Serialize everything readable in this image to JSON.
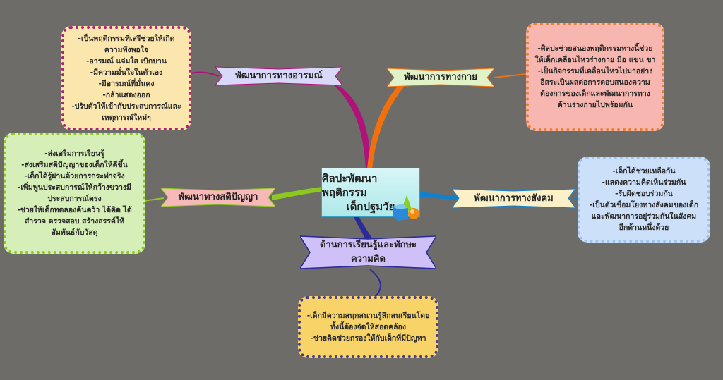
{
  "center": {
    "lines": [
      "ศิลปะพัฒนาพฤติกรรม",
      "เด็กปฐมวัย"
    ],
    "icon": "3d-shapes-icon"
  },
  "branches": {
    "emotional": {
      "label": "พัฒนาการทางอารมณ์",
      "color": "#b0127a",
      "details": [
        "-เป็นพฤติกรรมที่เสรีช่วยให้เกิด",
        "ความพึงพอใจ",
        "-อารมณ์ แจ่มใส เบิกบาน",
        "-มีความมั่นใจในตัวเอง",
        "-มีอารมณ์ที่มั่นคง",
        "-กล้าแสดงออก",
        "-ปรับตัวให้เข้ากับประสบการณ์และ",
        "เหตุการณ์ใหม่ๆ"
      ]
    },
    "physical": {
      "label": "พัฒนาการทางกาย",
      "color": "#f07010",
      "details": [
        "-ศิลปะช่วยสนองพฤติกรรมทางนี้ช่วย",
        "ให้เด็กเคลื่อนไหวร่างกาย มือ แขน ขา",
        "-เป็นกิจกรรมที่เคลื่อนไหวไปมาอย่าง",
        "อิสระเป็นผลต่อการตอบสนองความ",
        "ต้องการของเด็กและพัฒนาการทาง",
        "ด้านร่างกายไปพร้อมกัน"
      ]
    },
    "intellectual": {
      "label": "พัฒนาทางสติปัญญา",
      "color": "#8cc820",
      "details": [
        "-ส่งเสริมการเรียนรู้",
        "-ส่งเสริมสติปัญญาของเด็กให้ดีขึ้น",
        "-เด็กได้รู้ผ่านด้วยการกระทำจริง",
        "-เพิ่มพูนประสบการณ์ให้กว้างขวางมี",
        "ประสบการณ์ตรง",
        "-ช่วยให้เด็กทดลองค้นคว้า ได้คิด ได้",
        "สำรวจ ตรวจสอบ สร้างสรรค์ให้",
        "สัมพันธ์กับวัสดุ"
      ]
    },
    "social": {
      "label": "พัฒนาการทางสังคม",
      "color": "#1080d0",
      "details": [
        "-เด็กได้ช่วยเหลือกัน",
        "-แสดงความคิดเห็นร่วมกัน",
        "-รับผิดชอบร่วมกัน",
        "-เป็นตัวเชื่อมโยงทางสังคมของเด็ก",
        "และพัฒนาการอยู่ร่วมกันในสังคม",
        "อีกด้านหนึ่งด้วย"
      ]
    },
    "learning": {
      "label": [
        "ด้านการเรียนรู้และทักษะ",
        "ความคิด"
      ],
      "color": "#2a2a9a",
      "details": [
        "-เด็กมีความสนุกสนานรู้สึกสนเรียนโดย",
        "ทั้งนี้ต้องจัดให้สอดคล้อง",
        "-ช่วยคิดช่วยกรองให้กับเด็กที่มีปัญหา"
      ]
    }
  }
}
